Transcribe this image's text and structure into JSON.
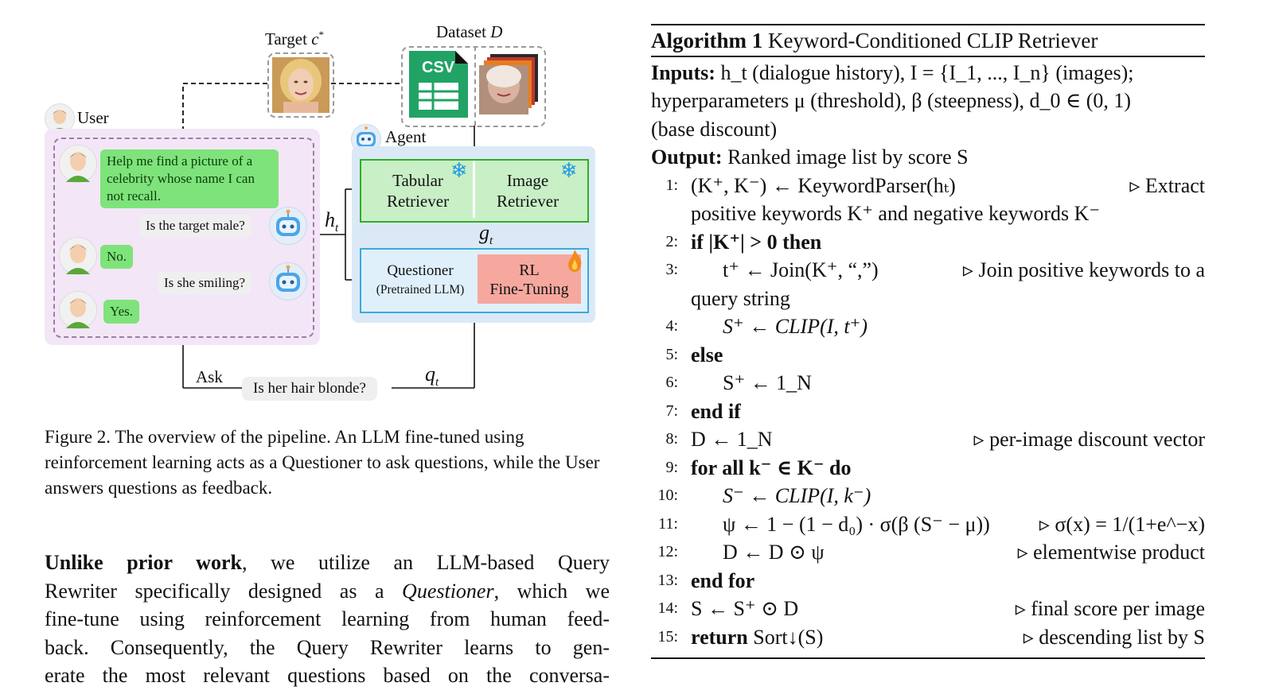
{
  "figure": {
    "target_label": "Target c*",
    "dataset_label": "Dataset D",
    "csv_label": "CSV",
    "user_label": "User",
    "agent_label": "Agent",
    "chat": [
      {
        "role": "user",
        "text": "Help me find a picture of a celebrity whose name I can not recall."
      },
      {
        "role": "agent",
        "text": "Is the target male?"
      },
      {
        "role": "user",
        "text": "No."
      },
      {
        "role": "agent",
        "text": "Is she smiling?"
      },
      {
        "role": "user",
        "text": "Yes."
      }
    ],
    "ht_label": "h",
    "ht_sub": "t",
    "gt_label": "g",
    "gt_sub": "t",
    "qt_label": "q",
    "qt_sub": "t",
    "tabular_retriever": "Tabular Retriever",
    "image_retriever": "Image Retriever",
    "questioner_title": "Questioner",
    "questioner_sub": "(Pretrained LLM)",
    "rl_title": "RL",
    "rl_sub": "Fine-Tuning",
    "ask_label": "Ask",
    "question_bubble": "Is her hair blonde?"
  },
  "caption": "Figure 2. The overview of the pipeline. An LLM fine-tuned using reinforcement learning acts as a Questioner to ask questions, while the User answers questions as feedback.",
  "body_text": {
    "bold_lead": "Unlike prior work",
    "lines": [
      ", we utilize an LLM-based Query",
      "Rewriter specifically designed as a ",
      "fine-tune using reinforcement learning from human feed-",
      "back.  Consequently, the Query Rewriter learns to gen-",
      "erate the most relevant questions based on the conversa-"
    ],
    "italic_word": "Questioner",
    "line2_tail": ", which we"
  },
  "algorithm": {
    "title_bold": "Algorithm 1",
    "title_rest": "Keyword-Conditioned CLIP Retriever",
    "inputs_label": "Inputs:",
    "inputs_text_1": " h_t (dialogue history), I = {I_1, ..., I_n} (images);",
    "inputs_text_2": "hyperparameters μ (threshold), β (steepness), d_0 ∈ (0, 1)",
    "inputs_text_3": "(base discount)",
    "output_label": "Output:",
    "output_text": " Ranked image list by score S",
    "lines": [
      {
        "n": "1:",
        "code": "(K⁺, K⁻) ← KeywordParser(hₜ)",
        "comment": "▹ Extract"
      },
      {
        "n": "",
        "code": "positive keywords K⁺ and negative keywords K⁻",
        "comment": ""
      },
      {
        "n": "2:",
        "code": "if |K⁺| > 0 then",
        "comment": ""
      },
      {
        "n": "3:",
        "code": "t⁺ ← Join(K⁺, “,”)",
        "comment": "▹ Join positive keywords to a"
      },
      {
        "n": "",
        "code": "query string",
        "comment": ""
      },
      {
        "n": "4:",
        "code": "S⁺ ← CLIP(I, t⁺)",
        "comment": ""
      },
      {
        "n": "5:",
        "code": "else",
        "comment": ""
      },
      {
        "n": "6:",
        "code": "S⁺ ← 1_N",
        "comment": ""
      },
      {
        "n": "7:",
        "code": "end if",
        "comment": ""
      },
      {
        "n": "8:",
        "code": "D ← 1_N",
        "comment": "▹ per-image discount vector"
      },
      {
        "n": "9:",
        "code": "for all k⁻ ∈ K⁻ do",
        "comment": ""
      },
      {
        "n": "10:",
        "code": "S⁻ ← CLIP(I, k⁻)",
        "comment": ""
      },
      {
        "n": "11:",
        "code": "ψ ← 1 − (1 − d₀) · σ(β (S⁻ − μ))",
        "comment": "▹ σ(x) = 1/(1+e^−x)"
      },
      {
        "n": "12:",
        "code": "D ← D ⊙ ψ",
        "comment": "▹ elementwise product"
      },
      {
        "n": "13:",
        "code": "end for",
        "comment": ""
      },
      {
        "n": "14:",
        "code": "S ← S⁺ ⊙ D",
        "comment": "▹ final score per image"
      },
      {
        "n": "15:",
        "code": "return Sort↓(S)",
        "comment": "▹ descending list by S"
      }
    ]
  },
  "colors": {
    "user_panel": "#f3e6f7",
    "agent_panel": "#dbe9f6",
    "green_border": "#2fae2a",
    "green_fill": "#c9efc6",
    "blue_border": "#3aa9de",
    "rl_fill": "#f6a89e",
    "csv_green": "#21a366",
    "snow_blue": "#1f9be0"
  }
}
